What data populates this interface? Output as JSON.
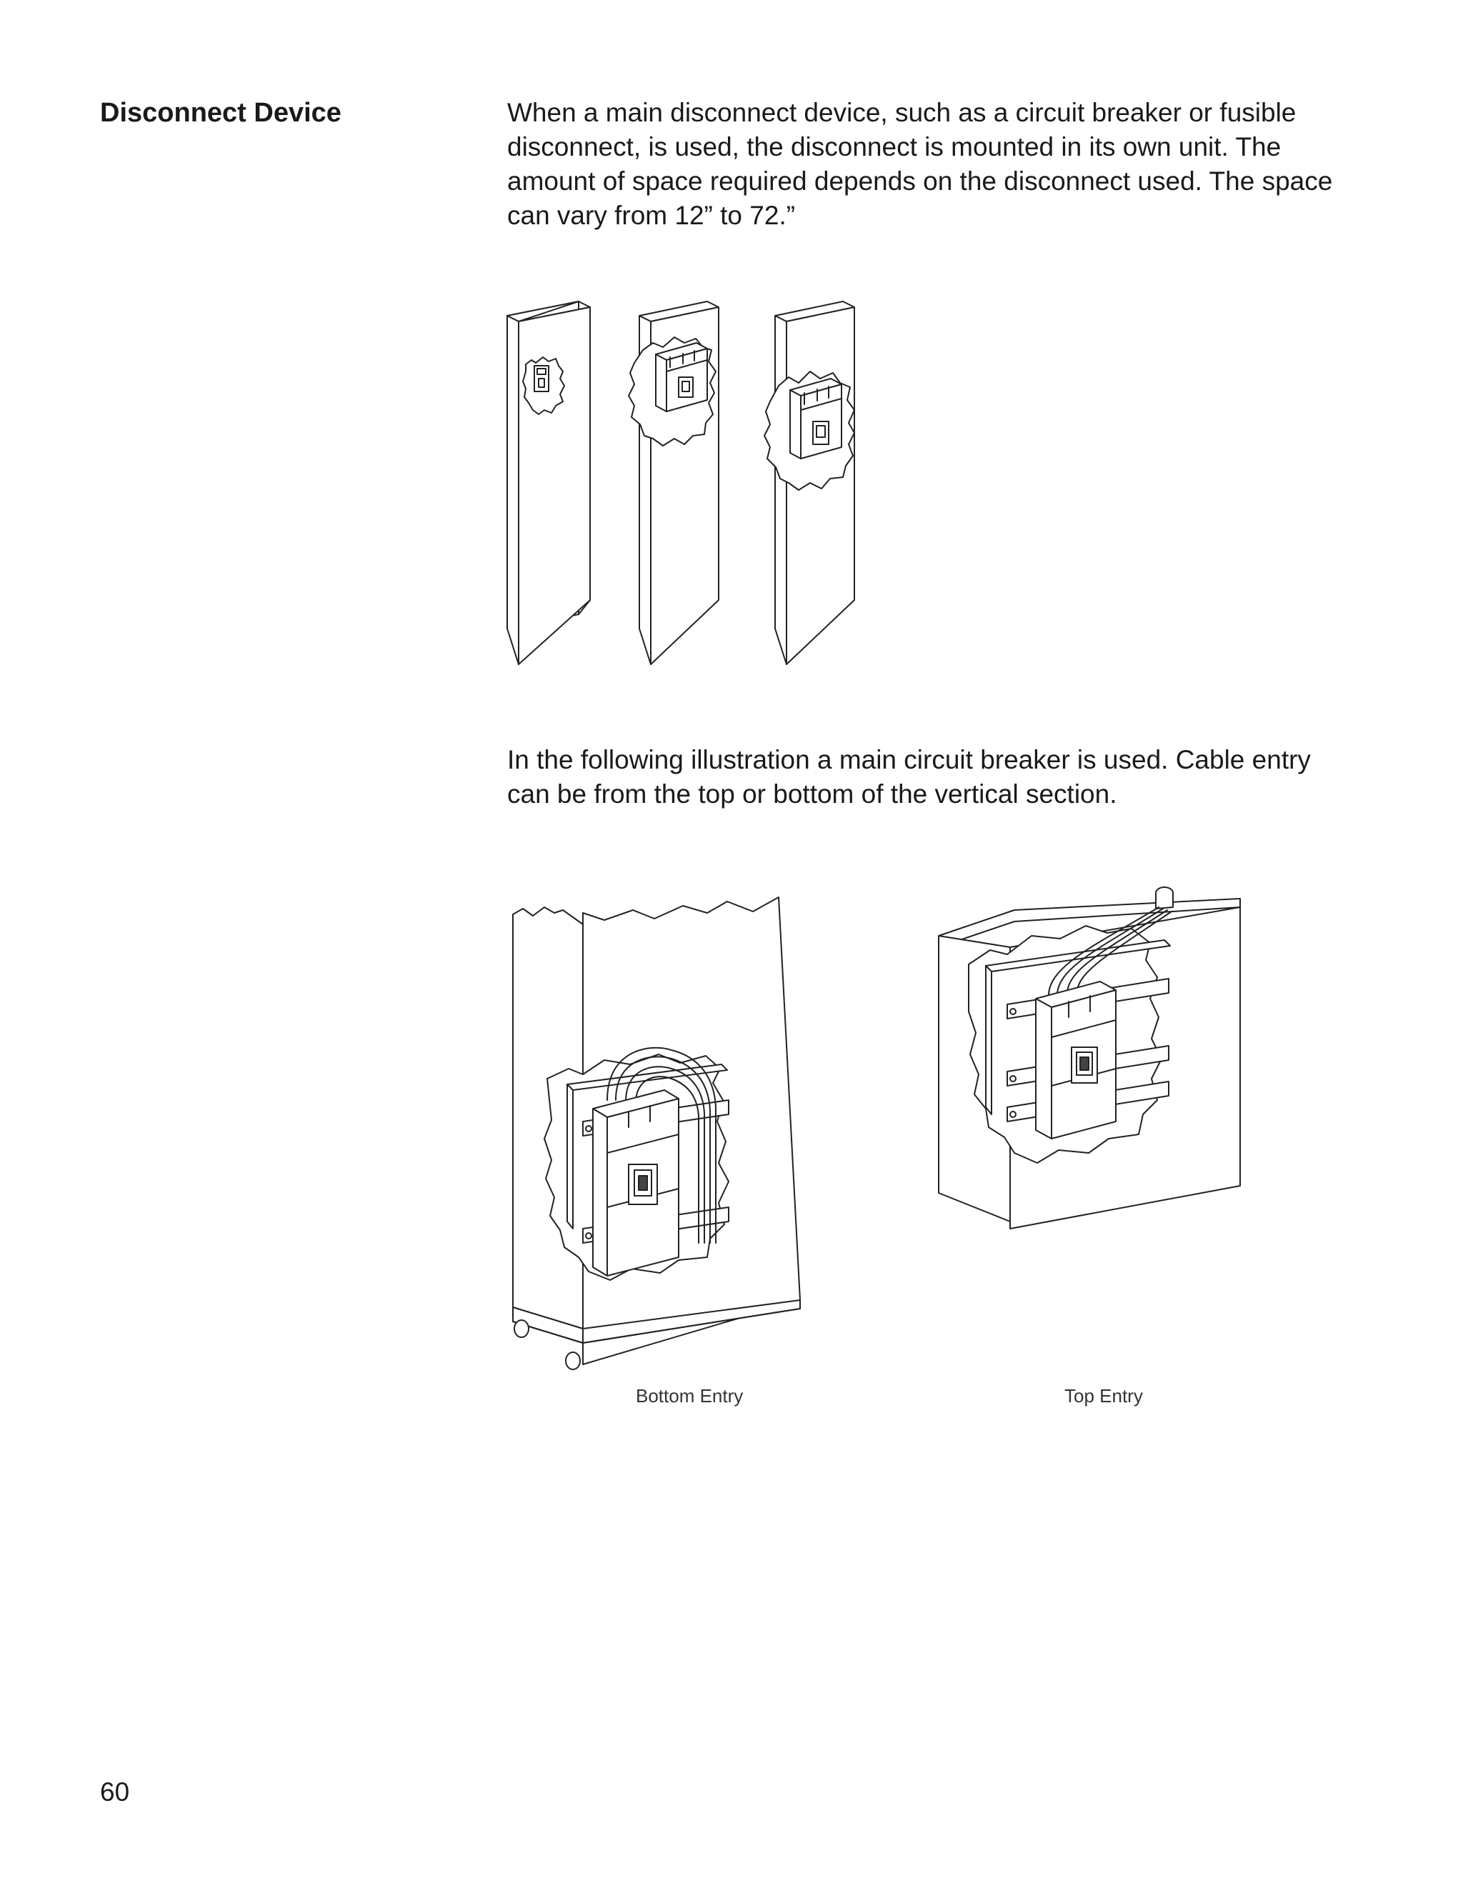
{
  "section": {
    "heading": "Disconnect Device"
  },
  "body": {
    "paragraph_1": "When a main disconnect device, such as a circuit breaker or fusible disconnect, is used, the disconnect is mounted in its own unit. The amount of space required depends on the disconnect used. The space can vary from 12” to 72.”",
    "paragraph_2": "In the following illustration a main circuit breaker is used. Cable entry can be from the top or bottom of the vertical section."
  },
  "figures": {
    "bottom_entry_caption": "Bottom Entry",
    "top_entry_caption": "Top Entry"
  },
  "footer": {
    "page_number": "60"
  }
}
